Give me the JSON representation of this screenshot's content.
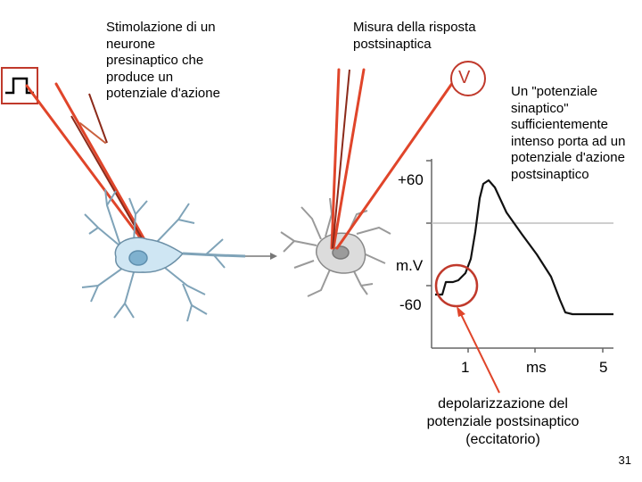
{
  "stimulation_label": "Stimolazione di un\nneurone\npresinaptico che\nproduce un\npotenziale d'azione",
  "measure_label": "Misura della risposta\npostsinaptica",
  "voltmeter_label": "V",
  "note_label": "Un \"potenziale\nsinaptico\"\nsufficientemente\nintenso porta ad un\npotenziale d'azione\npostsinaptico",
  "graph": {
    "y_top_label": "+60",
    "y_unit_label": "m.V",
    "y_bottom_label": "-60",
    "x_left_label": "1",
    "x_unit_label": "ms",
    "x_right_label": "5"
  },
  "depolarization_label": "depolarizzazione del\npotenziale postsinaptico\n(eccitatorio)",
  "page_number": "31",
  "colors": {
    "electrode": "#e0452a",
    "neuron_pre": "#cfe6f3",
    "neuron_post": "#dcdcdc",
    "highlight_circle": "#c0392b"
  }
}
